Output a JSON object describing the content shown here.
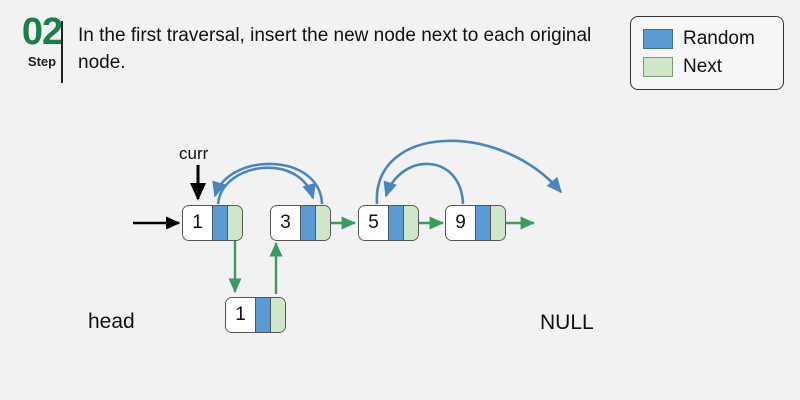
{
  "header": {
    "step_number": "02",
    "step_caption": "Step",
    "instruction": "In the first traversal, insert the new node next to each original node."
  },
  "legend": {
    "items": [
      {
        "label": "Random",
        "color": "#5b9bd5",
        "icon": "square-swatch-icon"
      },
      {
        "label": "Next",
        "color": "#cfe6c8",
        "icon": "square-swatch-icon"
      }
    ]
  },
  "diagram": {
    "type": "linked-list",
    "head_label": "head",
    "null_label": "NULL",
    "pointer_label": "curr",
    "colors": {
      "background": "#f2f2f2",
      "random": "#5b9bd5",
      "next": "#cfe6c8",
      "next_arrow": "#3c9a5f",
      "random_arrow": "#3f7fb5",
      "pointer_arrow": "#000000",
      "node_border": "#555555",
      "step_accent": "#1a8048"
    },
    "top_nodes": [
      {
        "value": "1"
      },
      {
        "value": "3"
      },
      {
        "value": "5"
      },
      {
        "value": "9"
      }
    ],
    "bottom_nodes": [
      {
        "value": "1"
      }
    ]
  }
}
